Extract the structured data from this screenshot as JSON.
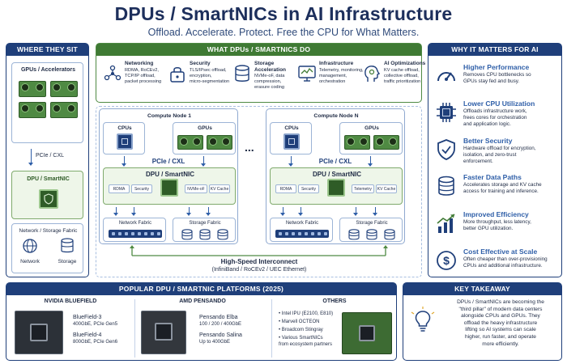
{
  "title": "DPUs / SmartNICs in AI Infrastructure",
  "subtitle": "Offload. Accelerate. Protect. Free the CPU for What Matters.",
  "where": {
    "header": "WHERE THEY SIT",
    "gpus_label": "GPUs / Accelerators",
    "pcie_label": "PCIe / CXL",
    "dpu_label": "DPU / SmartNIC",
    "fabric_label": "Network / Storage Fabric",
    "network_label": "Network",
    "storage_label": "Storage"
  },
  "what": {
    "header": "WHAT DPUs / SMARTNICS DO",
    "items": [
      {
        "title": "Networking",
        "desc": "RDMA, RoCEv2,\nTCP/IP offload,\npacket processing",
        "icon": "network-nodes-icon"
      },
      {
        "title": "Security",
        "desc": "TLS/IPsec offload,\nencryption,\nmicro-segmentation",
        "icon": "lock-icon"
      },
      {
        "title": "Storage\nAcceleration",
        "desc": "NVMe-oF, data\ncompression,\nerasure coding",
        "icon": "database-icon"
      },
      {
        "title": "Infrastructure",
        "desc": "Telemetry, monitoring,\nmanagement,\norchestration",
        "icon": "monitor-icon"
      },
      {
        "title": "AI Optimizations",
        "desc": "KV cache offload,\ncollective offload,\ntraffic prioritization",
        "icon": "ai-head-icon"
      }
    ]
  },
  "nodes": [
    {
      "title": "Compute Node 1",
      "cpus": "CPUs",
      "gpus": "GPUs",
      "pcie": "PCIe / CXL",
      "dpu": "DPU / SmartNIC",
      "pills_left": [
        "RDMA",
        "Security"
      ],
      "pills_right": [
        "NVMe-oF",
        "KV Cache"
      ],
      "network_fabric": "Network Fabric",
      "storage_fabric": "Storage Fabric"
    },
    {
      "title": "Compute Node N",
      "cpus": "CPUs",
      "gpus": "GPUs",
      "pcie": "PCIe / CXL",
      "dpu": "DPU / SmartNIC",
      "pills_left": [
        "RDMA",
        "Security"
      ],
      "pills_right": [
        "Telemetry",
        "KV Cache"
      ],
      "network_fabric": "Network Fabric",
      "storage_fabric": "Storage Fabric"
    }
  ],
  "ellipsis": "...",
  "interconnect": {
    "title": "High-Speed Interconnect",
    "subtitle": "(InfiniBand / RoCEv2 / UEC Ethernet)"
  },
  "why": {
    "header": "WHY IT MATTERS FOR AI",
    "items": [
      {
        "title": "Higher Performance",
        "desc": "Removes CPU bottlenecks so\nGPUs stay fed and busy.",
        "icon": "gauge-icon"
      },
      {
        "title": "Lower CPU Utilization",
        "desc": "Offloads infrastructure work,\nfrees cores for orchestration\nand application logic.",
        "icon": "cpu-icon"
      },
      {
        "title": "Better Security",
        "desc": "Hardware offload for encryption,\nisolation, and zero-trust\nenforcement.",
        "icon": "shield-check-icon"
      },
      {
        "title": "Faster Data Paths",
        "desc": "Accelerates storage and KV cache\naccess for training and inference.",
        "icon": "database-stack-icon"
      },
      {
        "title": "Improved Efficiency",
        "desc": "More throughput, less latency,\nbetter GPU utilization.",
        "icon": "bar-chart-up-icon"
      },
      {
        "title": "Cost Effective at Scale",
        "desc": "Often cheaper than over-provisioning\nCPUs and additional infrastructure.",
        "icon": "dollar-coin-icon"
      }
    ]
  },
  "platforms": {
    "header": "POPULAR DPU / SMARTNIC PLATFORMS (2025)",
    "nvidia": {
      "header": "NVIDIA BLUEFIELD",
      "lines": [
        {
          "name": "BlueField-3",
          "spec": "400GbE, PCIe Gen5"
        },
        {
          "name": "BlueField-4",
          "spec": "800GbE, PCIe Gen6"
        }
      ]
    },
    "amd": {
      "header": "AMD PENSANDO",
      "lines": [
        {
          "name": "Pensando Elba",
          "spec": "100 / 200 / 400GbE"
        },
        {
          "name": "Pensando Salina",
          "spec": "Up to 400GbE"
        }
      ]
    },
    "others": {
      "header": "OTHERS",
      "items": [
        "• Intel IPU (E2100, E810)",
        "• Marvell OCTEON",
        "• Broadcom Stingray",
        "• Various SmartNICs\n   from ecosystem partners"
      ]
    }
  },
  "takeaway": {
    "header": "KEY TAKEAWAY",
    "text": "DPUs / SmartNICs are becoming the\n\"third pillar\" of modern data centers\nalongside CPUs and GPUs. They\noffload the heavy infrastructure\nlifting so AI systems can scale\nhigher, run faster, and operate\nmore efficiently."
  },
  "colors": {
    "navy": "#1f3f7a",
    "green": "#3f7a34",
    "accent_blue": "#2f5fa8"
  }
}
